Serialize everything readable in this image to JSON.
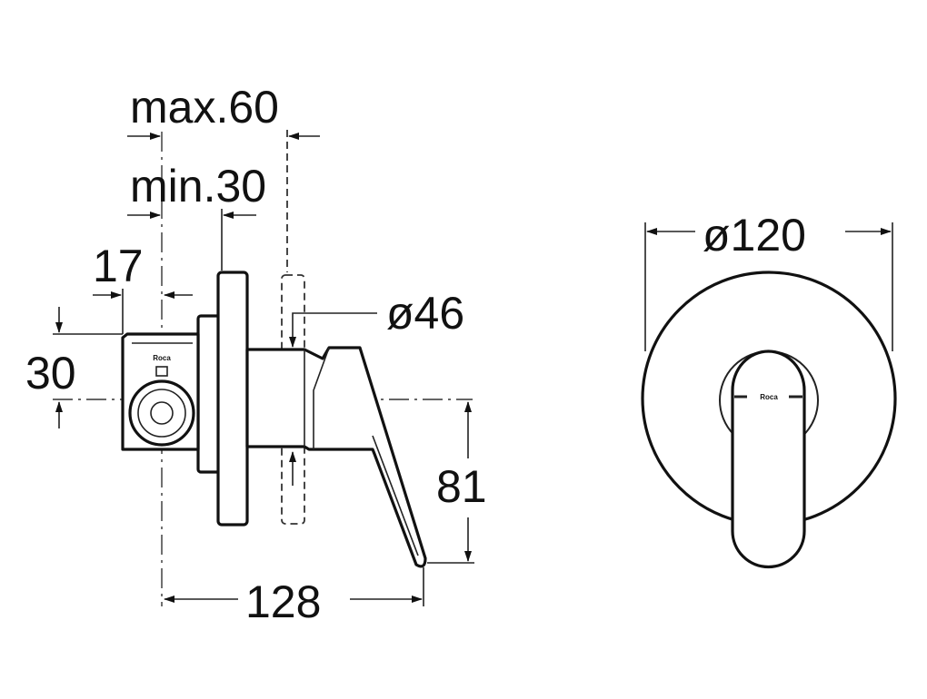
{
  "dimensions": {
    "max_depth": "max.60",
    "min_depth": "min.30",
    "body_offset": "17",
    "body_height": "30",
    "spout_diameter": "ø46",
    "handle_drop": "81",
    "total_length": "128",
    "plate_diameter": "ø120"
  },
  "brand": "Roca"
}
